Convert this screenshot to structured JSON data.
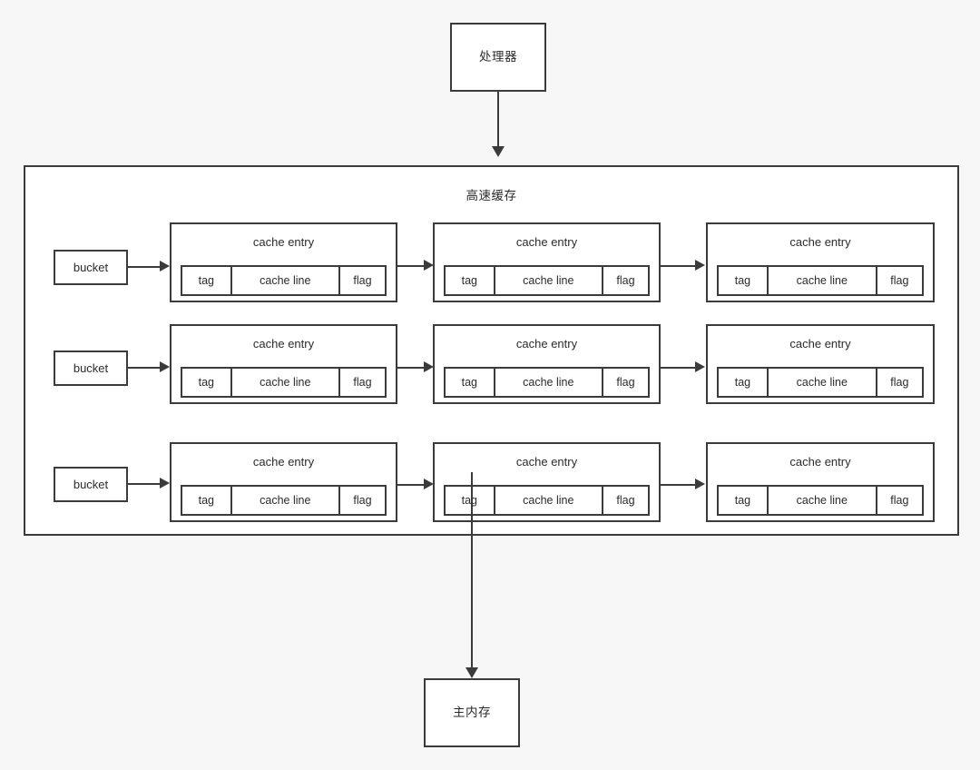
{
  "diagram": {
    "title_processor": "处理器",
    "title_cache": "高速缓存",
    "title_main_memory": "主内存",
    "bucket_label": "bucket",
    "entry_title": "cache entry",
    "field_tag": "tag",
    "field_cache_line": "cache line",
    "field_flag": "flag",
    "colors": {
      "background": "#f7f7f7",
      "box_fill": "#ffffff",
      "stroke": "#3b3b3b",
      "text": "#2b2b2b"
    }
  },
  "rows": [
    {
      "bucket": "bucket",
      "entries": [
        {
          "title": "cache entry",
          "tag": "tag",
          "line": "cache line",
          "flag": "flag"
        },
        {
          "title": "cache entry",
          "tag": "tag",
          "line": "cache line",
          "flag": "flag"
        },
        {
          "title": "cache entry",
          "tag": "tag",
          "line": "cache line",
          "flag": "flag"
        }
      ]
    },
    {
      "bucket": "bucket",
      "entries": [
        {
          "title": "cache entry",
          "tag": "tag",
          "line": "cache line",
          "flag": "flag"
        },
        {
          "title": "cache entry",
          "tag": "tag",
          "line": "cache line",
          "flag": "flag"
        },
        {
          "title": "cache entry",
          "tag": "tag",
          "line": "cache line",
          "flag": "flag"
        }
      ]
    },
    {
      "bucket": "bucket",
      "entries": [
        {
          "title": "cache entry",
          "tag": "tag",
          "line": "cache line",
          "flag": "flag"
        },
        {
          "title": "cache entry",
          "tag": "tag",
          "line": "cache line",
          "flag": "flag"
        },
        {
          "title": "cache entry",
          "tag": "tag",
          "line": "cache line",
          "flag": "flag"
        }
      ]
    }
  ]
}
